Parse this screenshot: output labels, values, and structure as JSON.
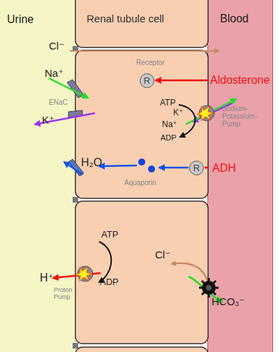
{
  "diagram": {
    "nodes": [
      {
        "text": [
          "Urine"
        ]
      },
      {
        "text": [
          "Blood"
        ]
      },
      {
        "text": [
          "Receptor",
          "R"
        ]
      },
      {
        "text": [
          "R"
        ]
      }
    ],
    "labels": [
      "Renal tubule cell",
      "Cl⁻",
      "Na⁺",
      "ENaC",
      "K⁺",
      "Aldosterone",
      "ATP",
      "K⁺",
      "Na⁺",
      "ADP",
      "Sodium-Potassium-Pump",
      "H₂O",
      "Aquaporin",
      "ADH",
      "ATP",
      "H⁺",
      "ADP",
      "Proton Pump",
      "Cl⁻",
      "HCO₃⁻"
    ]
  }
}
